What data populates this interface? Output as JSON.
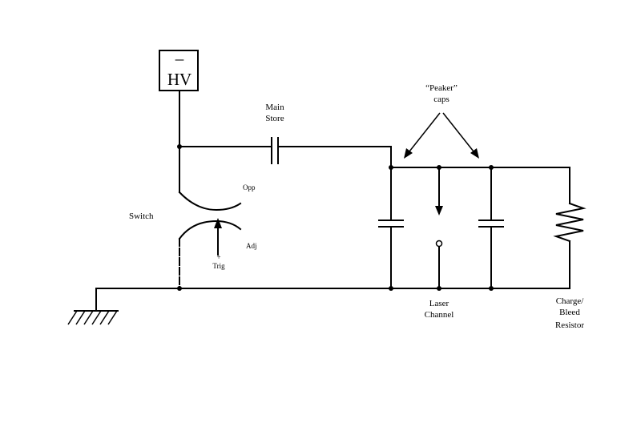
{
  "diagram": {
    "hv_supply": {
      "polarity": "–",
      "label": "HV"
    },
    "labels": {
      "main_store": [
        "Main",
        "Store"
      ],
      "peaker_caps": [
        "“Peaker”",
        "caps"
      ],
      "switch": "Switch",
      "opp": "Opp",
      "adj": "Adj",
      "trig": [
        "+",
        "Trig"
      ],
      "laser_channel": [
        "Laser",
        "Channel"
      ],
      "charge_bleed_resistor": [
        "Charge/",
        "Bleed",
        "Resistor"
      ]
    }
  }
}
